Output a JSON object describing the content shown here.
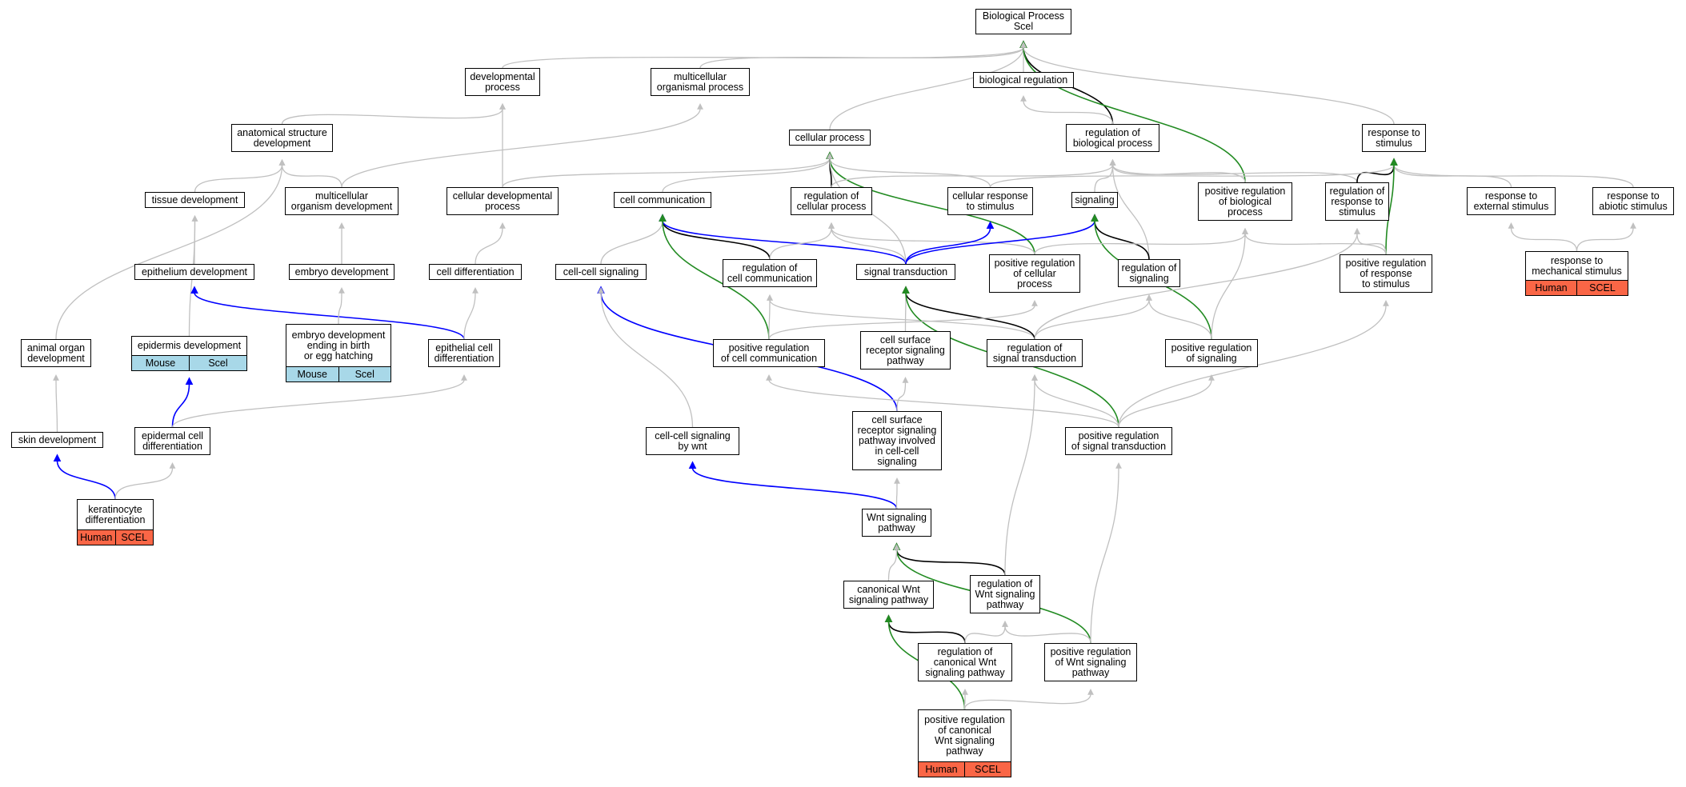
{
  "colors": {
    "plain": "#c0c0c0",
    "is_a": "#000000",
    "part_of": "#0000ff",
    "positively_regulates": "#228b22",
    "human_tag": "#fa6646",
    "mouse_tag": "#a8d8e8"
  },
  "nodes": [
    {
      "id": "bp",
      "label": "Biological Process\nScel"
    },
    {
      "id": "devproc",
      "label": "developmental\nprocess"
    },
    {
      "id": "multiorg",
      "label": "multicellular\norganismal process"
    },
    {
      "id": "bioreg",
      "label": "biological regulation"
    },
    {
      "id": "anatdev",
      "label": "anatomical structure\ndevelopment"
    },
    {
      "id": "cellproc",
      "label": "cellular process"
    },
    {
      "id": "regbp",
      "label": "regulation of\nbiological process"
    },
    {
      "id": "respstim",
      "label": "response to\nstimulus"
    },
    {
      "id": "tissuedev",
      "label": "tissue development"
    },
    {
      "id": "multiorgdev",
      "label": "multicellular\norganism development"
    },
    {
      "id": "celldevproc",
      "label": "cellular developmental\nprocess"
    },
    {
      "id": "cellcomm",
      "label": "cell communication"
    },
    {
      "id": "regcellproc",
      "label": "regulation of\ncellular process"
    },
    {
      "id": "cellresp",
      "label": "cellular response\nto stimulus"
    },
    {
      "id": "signaling",
      "label": "signaling"
    },
    {
      "id": "posregbp",
      "label": "positive regulation\nof biological\nprocess"
    },
    {
      "id": "regresp",
      "label": "regulation of\nresponse to\nstimulus"
    },
    {
      "id": "respext",
      "label": "response to\nexternal stimulus"
    },
    {
      "id": "respabio",
      "label": "response to\nabiotic stimulus"
    },
    {
      "id": "epidev",
      "label": "epithelium development"
    },
    {
      "id": "embdev",
      "label": "embryo development"
    },
    {
      "id": "celldiff",
      "label": "cell differentiation"
    },
    {
      "id": "ccsig",
      "label": "cell-cell signaling"
    },
    {
      "id": "regcomm",
      "label": "regulation of\ncell communication"
    },
    {
      "id": "sigtrans",
      "label": "signal transduction"
    },
    {
      "id": "posregcell",
      "label": "positive regulation\nof cellular\nprocess"
    },
    {
      "id": "regsig",
      "label": "regulation of\nsignaling"
    },
    {
      "id": "posregresp",
      "label": "positive regulation\nof response\nto stimulus"
    },
    {
      "id": "respmech",
      "label": "response to\nmechanical stimulus",
      "tags": [
        "Human",
        "SCEL"
      ]
    },
    {
      "id": "animorg",
      "label": "animal organ\ndevelopment"
    },
    {
      "id": "epiddev",
      "label": "epidermis development",
      "tags": [
        "Mouse",
        "Scel"
      ]
    },
    {
      "id": "embhatch",
      "label": "embryo development\nending in birth\nor egg hatching",
      "tags": [
        "Mouse",
        "Scel"
      ]
    },
    {
      "id": "epicelldiff",
      "label": "epithelial cell\ndifferentiation"
    },
    {
      "id": "posregcomm",
      "label": "positive regulation\nof cell communication"
    },
    {
      "id": "csrsp",
      "label": "cell surface\nreceptor signaling\npathway"
    },
    {
      "id": "regsigtrans",
      "label": "regulation of\nsignal transduction"
    },
    {
      "id": "posregsig",
      "label": "positive regulation\nof signaling"
    },
    {
      "id": "skindev",
      "label": "skin development"
    },
    {
      "id": "epidcell",
      "label": "epidermal cell\ndifferentiation"
    },
    {
      "id": "ccwnt",
      "label": "cell-cell signaling\nby wnt"
    },
    {
      "id": "csrspcc",
      "label": "cell surface\nreceptor signaling\npathway involved\nin cell-cell\nsignaling"
    },
    {
      "id": "posregsigtrans",
      "label": "positive regulation\nof signal transduction"
    },
    {
      "id": "kerdiff",
      "label": "keratinocyte\ndifferentiation",
      "tags": [
        "Human",
        "SCEL"
      ]
    },
    {
      "id": "wnt",
      "label": "Wnt signaling\npathway"
    },
    {
      "id": "canwnt",
      "label": "canonical Wnt\nsignaling pathway"
    },
    {
      "id": "regwnt",
      "label": "regulation of\nWnt signaling\npathway"
    },
    {
      "id": "regcanwnt",
      "label": "regulation of\ncanonical Wnt\nsignaling pathway"
    },
    {
      "id": "posregwnt",
      "label": "positive regulation\nof Wnt signaling\npathway"
    },
    {
      "id": "posregcanwnt",
      "label": "positive regulation\nof canonical\nWnt signaling\npathway",
      "tags": [
        "Human",
        "SCEL"
      ]
    }
  ],
  "edges": [
    {
      "from": "devproc",
      "to": "bp",
      "type": "plain"
    },
    {
      "from": "multiorg",
      "to": "bp",
      "type": "plain"
    },
    {
      "from": "bioreg",
      "to": "bp",
      "type": "plain"
    },
    {
      "from": "cellproc",
      "to": "bp",
      "type": "plain"
    },
    {
      "from": "regbp",
      "to": "bp",
      "type": "is_a"
    },
    {
      "from": "posregbp",
      "to": "bp",
      "type": "positively_regulates"
    },
    {
      "from": "respstim",
      "to": "bp",
      "type": "plain"
    },
    {
      "from": "anatdev",
      "to": "devproc",
      "type": "plain"
    },
    {
      "from": "celldevproc",
      "to": "devproc",
      "type": "plain"
    },
    {
      "from": "multiorgdev",
      "to": "multiorg",
      "type": "plain"
    },
    {
      "from": "regbp",
      "to": "bioreg",
      "type": "plain"
    },
    {
      "from": "tissuedev",
      "to": "anatdev",
      "type": "plain"
    },
    {
      "from": "multiorgdev",
      "to": "anatdev",
      "type": "plain"
    },
    {
      "from": "animorg",
      "to": "anatdev",
      "type": "plain"
    },
    {
      "from": "celldevproc",
      "to": "cellproc",
      "type": "plain"
    },
    {
      "from": "cellcomm",
      "to": "cellproc",
      "type": "plain"
    },
    {
      "from": "regcellproc",
      "to": "cellproc",
      "type": "is_a"
    },
    {
      "from": "cellresp",
      "to": "cellproc",
      "type": "plain"
    },
    {
      "from": "posregcell",
      "to": "cellproc",
      "type": "positively_regulates"
    },
    {
      "from": "sigtrans",
      "to": "cellproc",
      "type": "plain"
    },
    {
      "from": "signaling",
      "to": "regbp",
      "type": "plain"
    },
    {
      "from": "posregbp",
      "to": "regbp",
      "type": "plain"
    },
    {
      "from": "regresp",
      "to": "regbp",
      "type": "plain"
    },
    {
      "from": "regcellproc",
      "to": "regbp",
      "type": "plain"
    },
    {
      "from": "regsig",
      "to": "regbp",
      "type": "plain"
    },
    {
      "from": "regresp",
      "to": "respstim",
      "type": "is_a"
    },
    {
      "from": "cellresp",
      "to": "respstim",
      "type": "plain"
    },
    {
      "from": "respext",
      "to": "respstim",
      "type": "plain"
    },
    {
      "from": "respabio",
      "to": "respstim",
      "type": "plain"
    },
    {
      "from": "posregresp",
      "to": "respstim",
      "type": "positively_regulates"
    },
    {
      "from": "epidev",
      "to": "tissuedev",
      "type": "plain"
    },
    {
      "from": "epiddev",
      "to": "tissuedev",
      "type": "plain"
    },
    {
      "from": "embdev",
      "to": "multiorgdev",
      "type": "plain"
    },
    {
      "from": "celldiff",
      "to": "celldevproc",
      "type": "plain"
    },
    {
      "from": "ccsig",
      "to": "cellcomm",
      "type": "plain"
    },
    {
      "from": "regcomm",
      "to": "cellcomm",
      "type": "is_a"
    },
    {
      "from": "sigtrans",
      "to": "cellcomm",
      "type": "part_of"
    },
    {
      "from": "posregcomm",
      "to": "cellcomm",
      "type": "positively_regulates"
    },
    {
      "from": "regcomm",
      "to": "regcellproc",
      "type": "plain"
    },
    {
      "from": "sigtrans",
      "to": "regcellproc",
      "type": "plain"
    },
    {
      "from": "posregcell",
      "to": "regcellproc",
      "type": "plain"
    },
    {
      "from": "sigtrans",
      "to": "cellresp",
      "type": "part_of"
    },
    {
      "from": "sigtrans",
      "to": "signaling",
      "type": "part_of"
    },
    {
      "from": "regsig",
      "to": "signaling",
      "type": "is_a"
    },
    {
      "from": "posregsig",
      "to": "signaling",
      "type": "positively_regulates"
    },
    {
      "from": "posregcell",
      "to": "posregbp",
      "type": "plain"
    },
    {
      "from": "posregsig",
      "to": "posregbp",
      "type": "plain"
    },
    {
      "from": "posregresp",
      "to": "regresp",
      "type": "plain"
    },
    {
      "from": "regsigtrans",
      "to": "regresp",
      "type": "plain"
    },
    {
      "from": "posregresp",
      "to": "posregbp",
      "type": "plain"
    },
    {
      "from": "respmech",
      "to": "respext",
      "type": "plain"
    },
    {
      "from": "respmech",
      "to": "respabio",
      "type": "plain"
    },
    {
      "from": "epicelldiff",
      "to": "epidev",
      "type": "part_of"
    },
    {
      "from": "embhatch",
      "to": "embdev",
      "type": "plain"
    },
    {
      "from": "epicelldiff",
      "to": "celldiff",
      "type": "plain"
    },
    {
      "from": "csrspcc",
      "to": "ccsig",
      "type": "part_of"
    },
    {
      "from": "ccwnt",
      "to": "ccsig",
      "type": "plain"
    },
    {
      "from": "posregcomm",
      "to": "regcomm",
      "type": "plain"
    },
    {
      "from": "regsigtrans",
      "to": "regcomm",
      "type": "plain"
    },
    {
      "from": "regsigtrans",
      "to": "sigtrans",
      "type": "is_a"
    },
    {
      "from": "csrsp",
      "to": "sigtrans",
      "type": "plain"
    },
    {
      "from": "posregsigtrans",
      "to": "sigtrans",
      "type": "positively_regulates"
    },
    {
      "from": "posregcomm",
      "to": "posregcell",
      "type": "plain"
    },
    {
      "from": "regsigtrans",
      "to": "regsig",
      "type": "plain"
    },
    {
      "from": "posregsig",
      "to": "regsig",
      "type": "plain"
    },
    {
      "from": "posregsigtrans",
      "to": "posregresp",
      "type": "plain"
    },
    {
      "from": "skindev",
      "to": "animorg",
      "type": "plain"
    },
    {
      "from": "epidcell",
      "to": "epiddev",
      "type": "part_of"
    },
    {
      "from": "epidcell",
      "to": "epicelldiff",
      "type": "plain"
    },
    {
      "from": "csrspcc",
      "to": "csrsp",
      "type": "plain"
    },
    {
      "from": "posregsigtrans",
      "to": "regsigtrans",
      "type": "plain"
    },
    {
      "from": "posregsigtrans",
      "to": "posregsig",
      "type": "plain"
    },
    {
      "from": "posregsigtrans",
      "to": "posregcomm",
      "type": "plain"
    },
    {
      "from": "kerdiff",
      "to": "skindev",
      "type": "part_of"
    },
    {
      "from": "kerdiff",
      "to": "epidcell",
      "type": "plain"
    },
    {
      "from": "wnt",
      "to": "ccwnt",
      "type": "part_of"
    },
    {
      "from": "wnt",
      "to": "csrspcc",
      "type": "plain"
    },
    {
      "from": "regwnt",
      "to": "wnt",
      "type": "is_a"
    },
    {
      "from": "posregwnt",
      "to": "wnt",
      "type": "positively_regulates"
    },
    {
      "from": "canwnt",
      "to": "wnt",
      "type": "plain"
    },
    {
      "from": "regwnt",
      "to": "regsigtrans",
      "type": "plain"
    },
    {
      "from": "posregwnt",
      "to": "posregsigtrans",
      "type": "plain"
    },
    {
      "from": "regcanwnt",
      "to": "canwnt",
      "type": "is_a"
    },
    {
      "from": "posregcanwnt",
      "to": "canwnt",
      "type": "positively_regulates"
    },
    {
      "from": "regcanwnt",
      "to": "regwnt",
      "type": "plain"
    },
    {
      "from": "posregwnt",
      "to": "regwnt",
      "type": "plain"
    },
    {
      "from": "posregcanwnt",
      "to": "regcanwnt",
      "type": "plain"
    },
    {
      "from": "posregcanwnt",
      "to": "posregwnt",
      "type": "plain"
    }
  ]
}
